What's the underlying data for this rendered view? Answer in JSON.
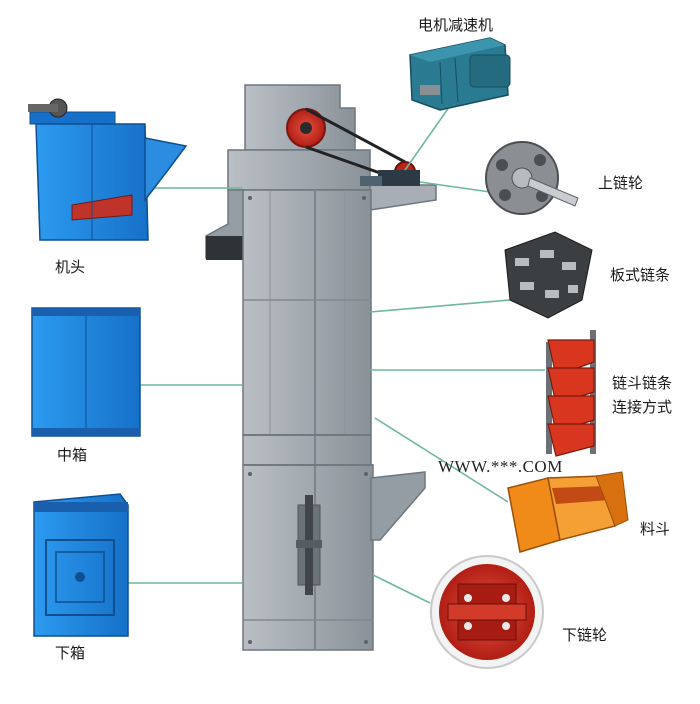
{
  "labels": {
    "motor_reducer": "电机减速机",
    "upper_sprocket": "上链轮",
    "plate_chain": "板式链条",
    "bucket_chain_line1": "链斗链条",
    "bucket_chain_line2": "连接方式",
    "bucket": "料斗",
    "lower_sprocket": "下链轮",
    "head": "机头",
    "middle_box": "中箱",
    "lower_box": "下箱"
  },
  "watermark": "WWW.***.COM",
  "colors": {
    "machine_gray": "#9aa2aa",
    "box_blue": "#1e88e0",
    "bucket_orange": "#f08a18",
    "bucket_red": "#d83a20",
    "wheel_red": "#c8281e",
    "leader_green": "#6fb79a"
  }
}
